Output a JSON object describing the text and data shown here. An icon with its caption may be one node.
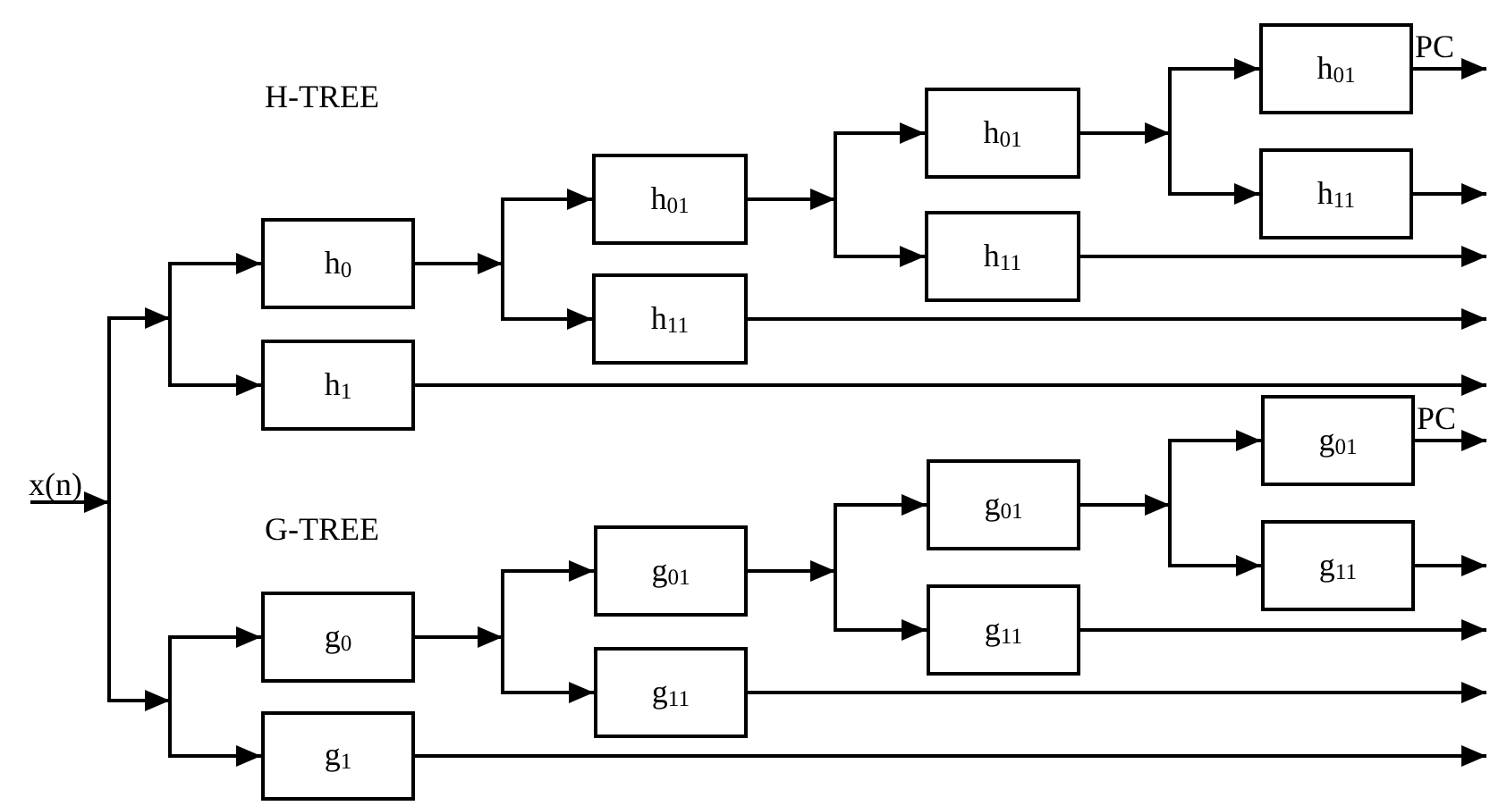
{
  "diagram": {
    "nodes": [
      {
        "text": [
          "x(n)"
        ]
      },
      {
        "text": [
          "h$_{0}$"
        ]
      },
      {
        "text": [
          "h$_{1}$"
        ]
      },
      {
        "text": [
          "h$_{01}$"
        ]
      },
      {
        "text": [
          "h$_{11}$"
        ]
      },
      {
        "text": [
          "h$_{01}$"
        ]
      },
      {
        "text": [
          "h$_{11}$"
        ]
      },
      {
        "text": [
          "h$_{01}$"
        ]
      },
      {
        "text": [
          "h$_{11}$"
        ]
      },
      {
        "text": [
          "g$_{0}$"
        ]
      },
      {
        "text": [
          "g$_{1}$"
        ]
      },
      {
        "text": [
          "g$_{01}$"
        ]
      },
      {
        "text": [
          "g$_{11}$"
        ]
      },
      {
        "text": [
          "g$_{01}$"
        ]
      },
      {
        "text": [
          "g$_{11}$"
        ]
      },
      {
        "text": [
          "g$_{01}$"
        ]
      },
      {
        "text": [
          "g$_{11}$"
        ]
      }
    ],
    "edges": [
      {
        "from": 0,
        "to": 1,
        "arrow": "to"
      },
      {
        "from": 0,
        "to": 2,
        "arrow": "to"
      },
      {
        "from": 0,
        "to": 9,
        "arrow": "to"
      },
      {
        "from": 0,
        "to": 10,
        "arrow": "to"
      },
      {
        "from": 1,
        "to": 3,
        "arrow": "to"
      },
      {
        "from": 1,
        "to": 4,
        "arrow": "to"
      },
      {
        "from": 3,
        "to": 5,
        "arrow": "to"
      },
      {
        "from": 3,
        "to": 6,
        "arrow": "to"
      },
      {
        "from": 5,
        "to": 7,
        "arrow": "to"
      },
      {
        "from": 5,
        "to": 8,
        "arrow": "to"
      },
      {
        "from": 7,
        "to": null,
        "arrow": "to",
        "label": "PC"
      },
      {
        "from": 8,
        "to": null,
        "arrow": "to"
      },
      {
        "from": 6,
        "to": null,
        "arrow": "to"
      },
      {
        "from": 4,
        "to": null,
        "arrow": "to"
      },
      {
        "from": 2,
        "to": null,
        "arrow": "to"
      },
      {
        "from": 9,
        "to": 11,
        "arrow": "to"
      },
      {
        "from": 9,
        "to": 12,
        "arrow": "to"
      },
      {
        "from": 11,
        "to": 13,
        "arrow": "to"
      },
      {
        "from": 11,
        "to": 14,
        "arrow": "to"
      },
      {
        "from": 13,
        "to": 15,
        "arrow": "to"
      },
      {
        "from": 13,
        "to": 16,
        "arrow": "to"
      },
      {
        "from": 15,
        "to": null,
        "arrow": "to",
        "label": "PC"
      },
      {
        "from": 16,
        "to": null,
        "arrow": "to"
      },
      {
        "from": 14,
        "to": null,
        "arrow": "to"
      },
      {
        "from": 12,
        "to": null,
        "arrow": "to"
      },
      {
        "from": 10,
        "to": null,
        "arrow": "to"
      }
    ],
    "labels": [
      "H-TREE",
      "G-TREE"
    ]
  }
}
